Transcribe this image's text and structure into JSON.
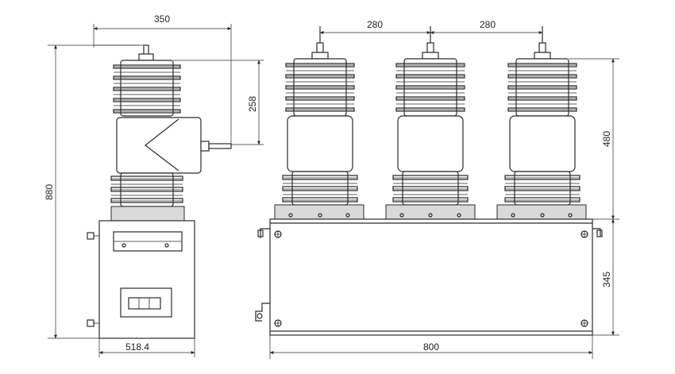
{
  "dimensions": {
    "side_width": "350",
    "top_height": "258",
    "total_height": "880",
    "base_width": "518.4",
    "pole_spacing_1": "280",
    "pole_spacing_2": "280",
    "insulator_height": "480",
    "tank_height": "345",
    "tank_width": "800"
  },
  "colors": {
    "line": "#2b2b2b",
    "housing": "#d9d9d9",
    "background": "#ffffff"
  }
}
